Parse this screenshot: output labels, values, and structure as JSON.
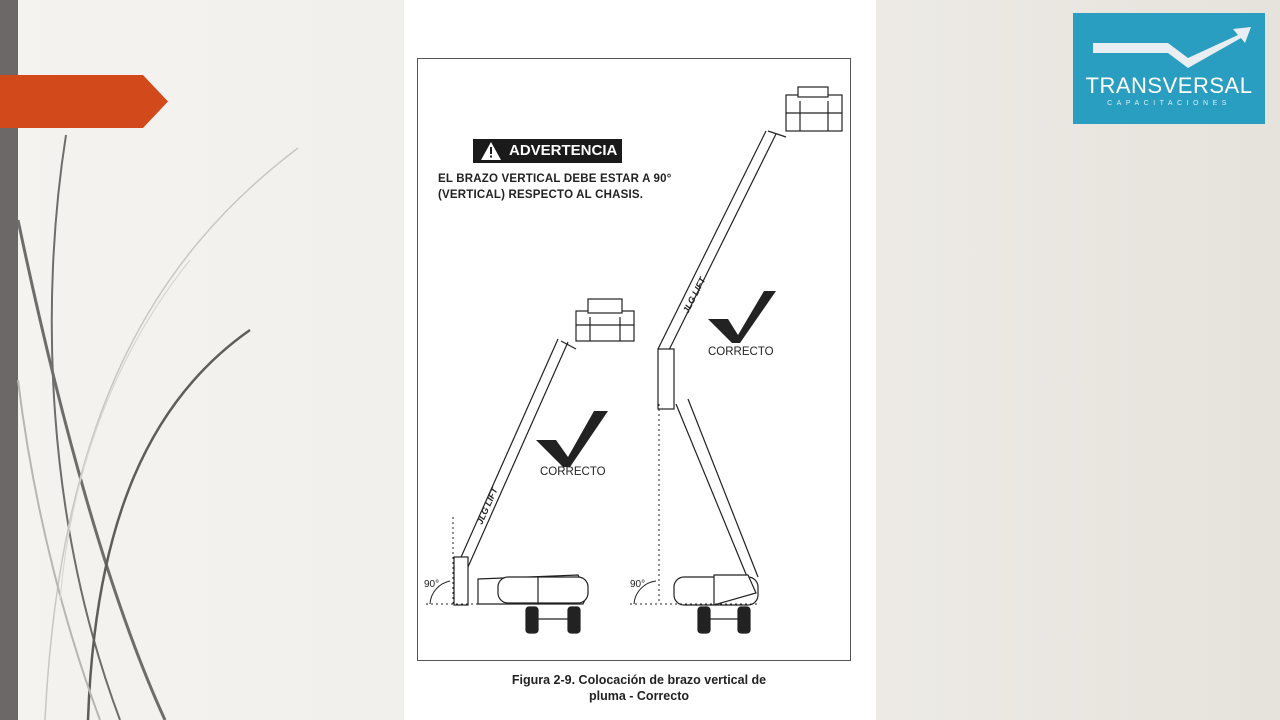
{
  "warning": {
    "title": "ADVERTENCIA",
    "line1": "EL BRAZO VERTICAL DEBE ESTAR A 90°",
    "line2": "(VERTICAL) RESPECTO AL CHASIS."
  },
  "diagram": {
    "left_label": "CORRECTO",
    "right_label": "CORRECTO",
    "left_angle": "90°",
    "right_angle": "90°",
    "left_brand": "JLG LIFT",
    "right_brand": "JLG LIFT"
  },
  "caption": {
    "line1": "Figura 2-9. Colocación de brazo vertical de",
    "line2": "pluma - Correcto"
  },
  "logo": {
    "main": "TRANSVERSAL",
    "sub": "CAPACITACIONES"
  },
  "colors": {
    "accent_orange": "#d24a1c",
    "logo_blue": "#2a9ec0",
    "left_bar": "#6b6867"
  }
}
